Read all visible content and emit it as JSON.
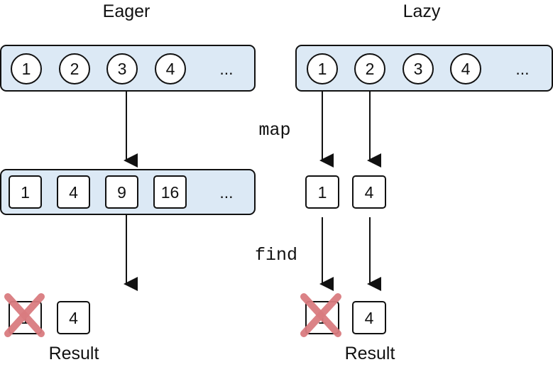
{
  "titles": {
    "eager": "Eager",
    "lazy": "Lazy"
  },
  "operations": {
    "map": "map",
    "find": "find"
  },
  "eager": {
    "input": [
      "1",
      "2",
      "3",
      "4",
      "..."
    ],
    "mapped": [
      "1",
      "4",
      "9",
      "16",
      "..."
    ],
    "result": [
      "1",
      "4"
    ],
    "result_label": "Result"
  },
  "lazy": {
    "input": [
      "1",
      "2",
      "3",
      "4",
      "..."
    ],
    "mapped": [
      "1",
      "4"
    ],
    "result": [
      "1",
      "4"
    ],
    "result_label": "Result"
  },
  "colors": {
    "panel_fill": "#dce9f5",
    "stroke": "#111111",
    "reject_mark": "#d97b7f"
  },
  "icons": {
    "reject": "cross-mark-icon",
    "arrow": "down-arrow-icon"
  }
}
